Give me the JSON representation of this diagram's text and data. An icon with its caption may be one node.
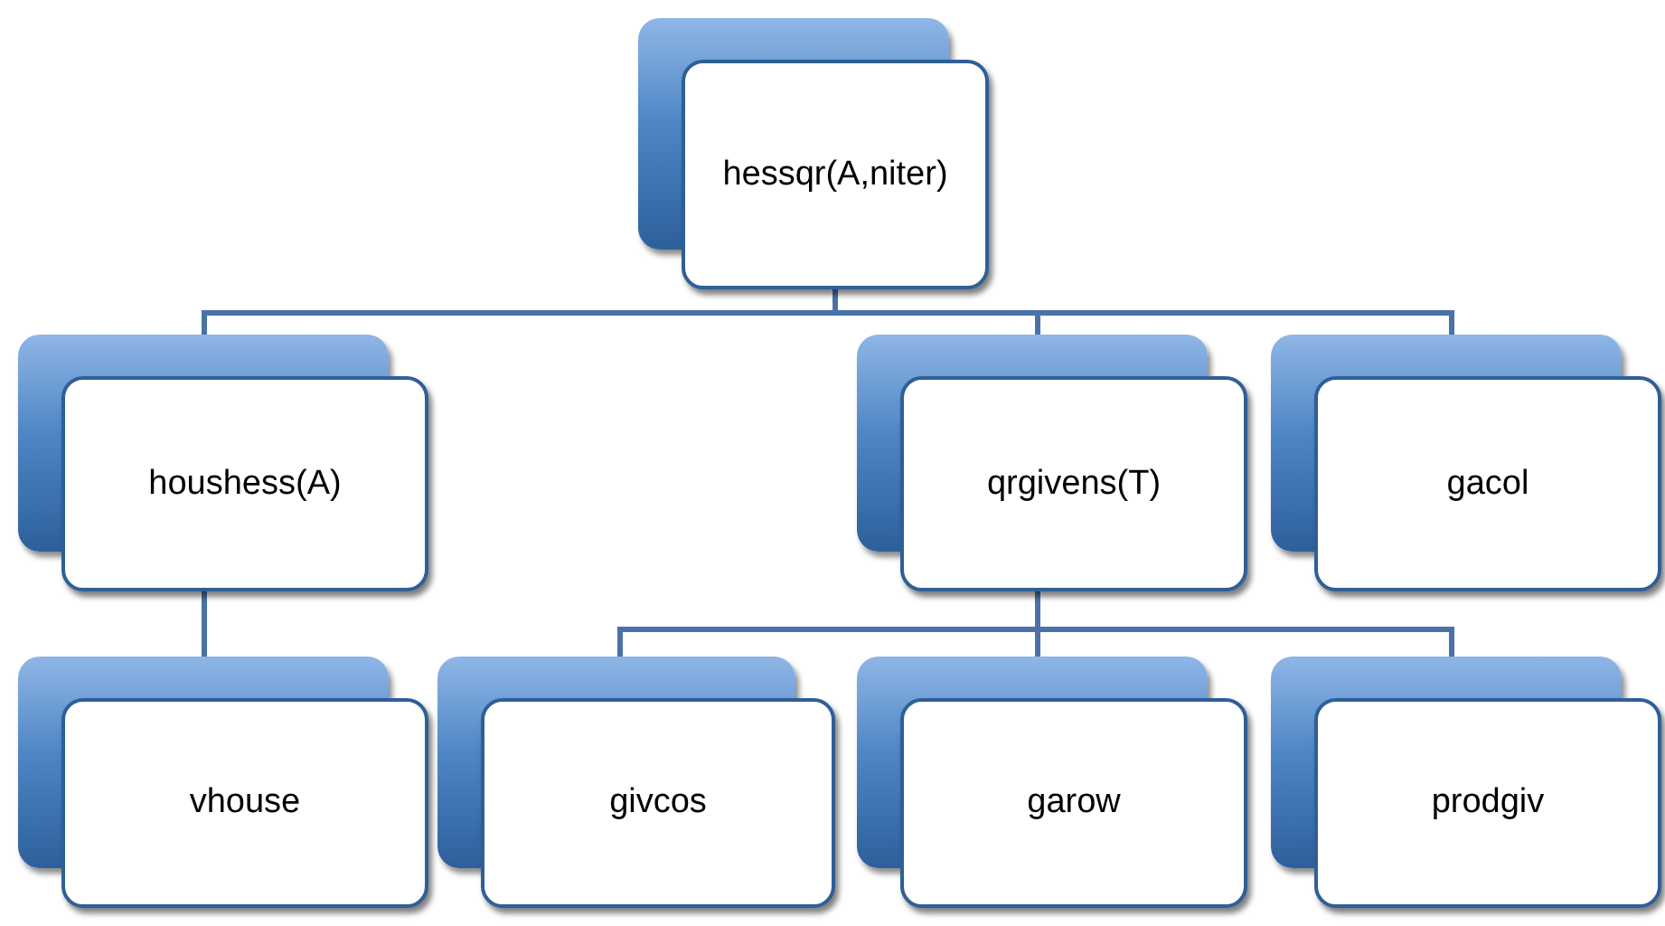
{
  "diagram": {
    "nodes": [
      {
        "text": [
          "hessqr(A,niter)"
        ]
      },
      {
        "text": [
          "houshess(A)"
        ]
      },
      {
        "text": [
          "qrgivens(T)"
        ]
      },
      {
        "text": [
          "gacol"
        ]
      },
      {
        "text": [
          "vhouse"
        ]
      },
      {
        "text": [
          "givcos"
        ]
      },
      {
        "text": [
          "garow"
        ]
      },
      {
        "text": [
          "prodgiv"
        ]
      }
    ],
    "edges": [
      {
        "from": 0,
        "to": 1,
        "arrow": "none"
      },
      {
        "from": 0,
        "to": 2,
        "arrow": "none"
      },
      {
        "from": 0,
        "to": 3,
        "arrow": "none"
      },
      {
        "from": 1,
        "to": 4,
        "arrow": "none"
      },
      {
        "from": 2,
        "to": 5,
        "arrow": "none"
      },
      {
        "from": 2,
        "to": 6,
        "arrow": "none"
      },
      {
        "from": 2,
        "to": 7,
        "arrow": "none"
      }
    ]
  }
}
